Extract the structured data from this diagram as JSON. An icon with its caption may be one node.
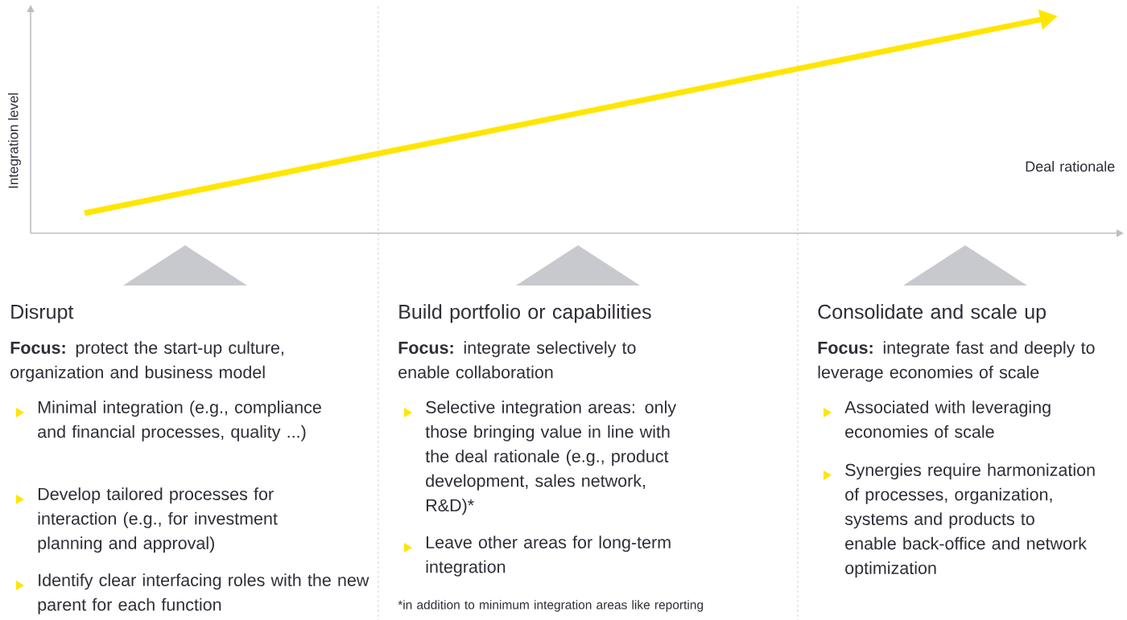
{
  "diagram": {
    "nodes": [
      {
        "text": [],
        "shape": "triangle"
      },
      {
        "text": [],
        "shape": "triangle"
      },
      {
        "text": [],
        "shape": "triangle"
      }
    ],
    "labels": [
      "Integration level",
      "Deal rationale",
      "Disrupt",
      "**Focus:** protect the start-up culture, organization and business model",
      "Minimal integration (e.g., compliance and financial processes, quality ...)",
      "Develop tailored processes for interaction (e.g., for investment planning and approval)",
      "Identify clear interfacing roles with the new parent for each function",
      "Build portfolio or capabilities",
      "**Focus:** integrate selectively to enable collaboration",
      "Selective integration areas: only those bringing value in line with the deal rationale (e.g., product development, sales network, R&D)*",
      "Leave other areas for long-term integration",
      "*in addition to minimum integration areas like reporting",
      "Consolidate and scale up",
      "**Focus:** integrate fast and deeply to leverage economies of scale",
      "Associated with leveraging economies of scale",
      "Synergies require harmonization of processes, organization, systems and products to enable back-office and network optimization"
    ]
  }
}
